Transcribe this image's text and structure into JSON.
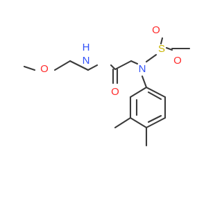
{
  "molecule": {
    "atoms": [
      {
        "id": "O_methoxy",
        "label": "O",
        "color": "#ff2b2b"
      },
      {
        "id": "N_amide",
        "label": "N",
        "color": "#3050f8"
      },
      {
        "id": "H_amide",
        "label": "H",
        "color": "#3050f8"
      },
      {
        "id": "O_carbonyl",
        "label": "O",
        "color": "#ff2b2b"
      },
      {
        "id": "N_sulfonamide",
        "label": "N",
        "color": "#3050f8"
      },
      {
        "id": "S_sulfonyl",
        "label": "S",
        "color": "#c8b400"
      },
      {
        "id": "O_sulfonyl_top",
        "label": "O",
        "color": "#ff2b2b"
      },
      {
        "id": "O_sulfonyl_bottom",
        "label": "O",
        "color": "#ff2b2b"
      }
    ],
    "bond_color": "#3a3a3a",
    "background": "#ffffff"
  }
}
